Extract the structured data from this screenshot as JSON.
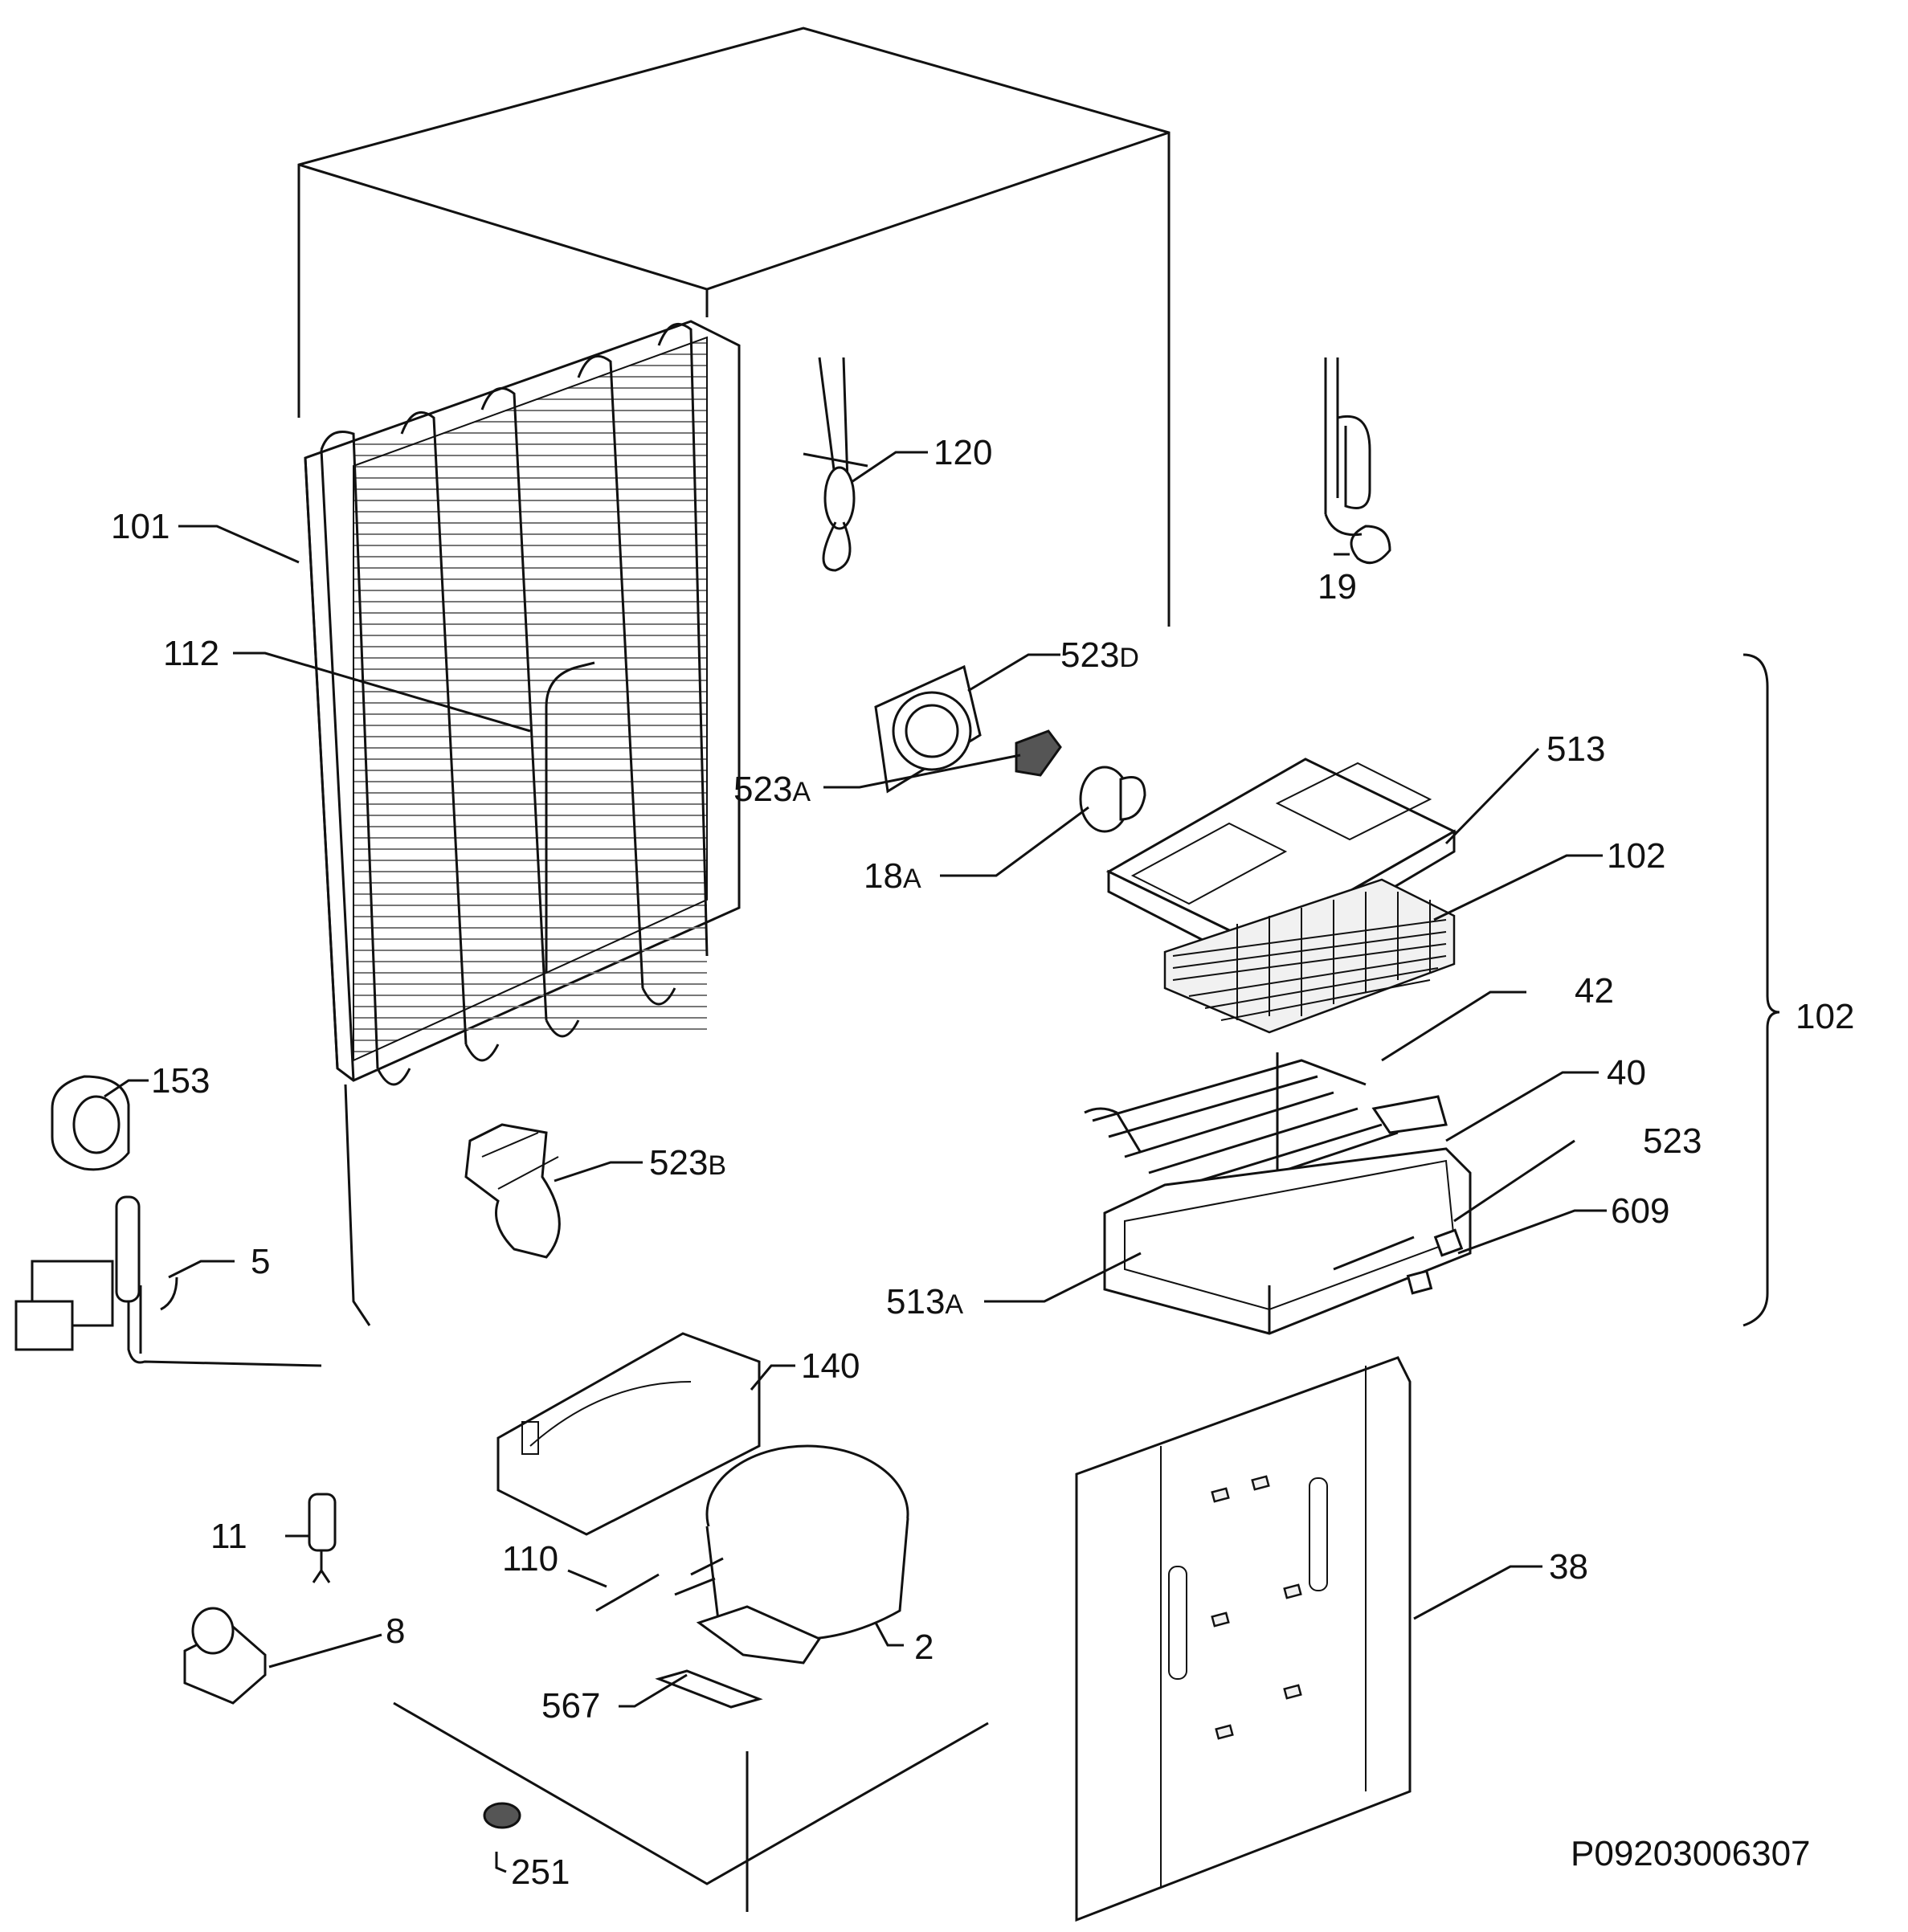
{
  "drawing_code": "P09203006307",
  "labels": {
    "101": "101",
    "112": "112",
    "120": "120",
    "19": "19",
    "523D": "523",
    "523D_sub": "D",
    "523A": "523",
    "523A_sub": "A",
    "18A": "18",
    "18A_sub": "A",
    "513": "513",
    "102_top": "102",
    "102_group": "102",
    "42": "42",
    "40": "40",
    "523": "523",
    "609": "609",
    "513A": "513",
    "513A_sub": "A",
    "153": "153",
    "523B": "523",
    "523B_sub": "B",
    "5": "5",
    "140": "140",
    "11": "11",
    "110": "110",
    "8": "8",
    "2": "2",
    "567": "567",
    "38": "38",
    "251": "251"
  }
}
